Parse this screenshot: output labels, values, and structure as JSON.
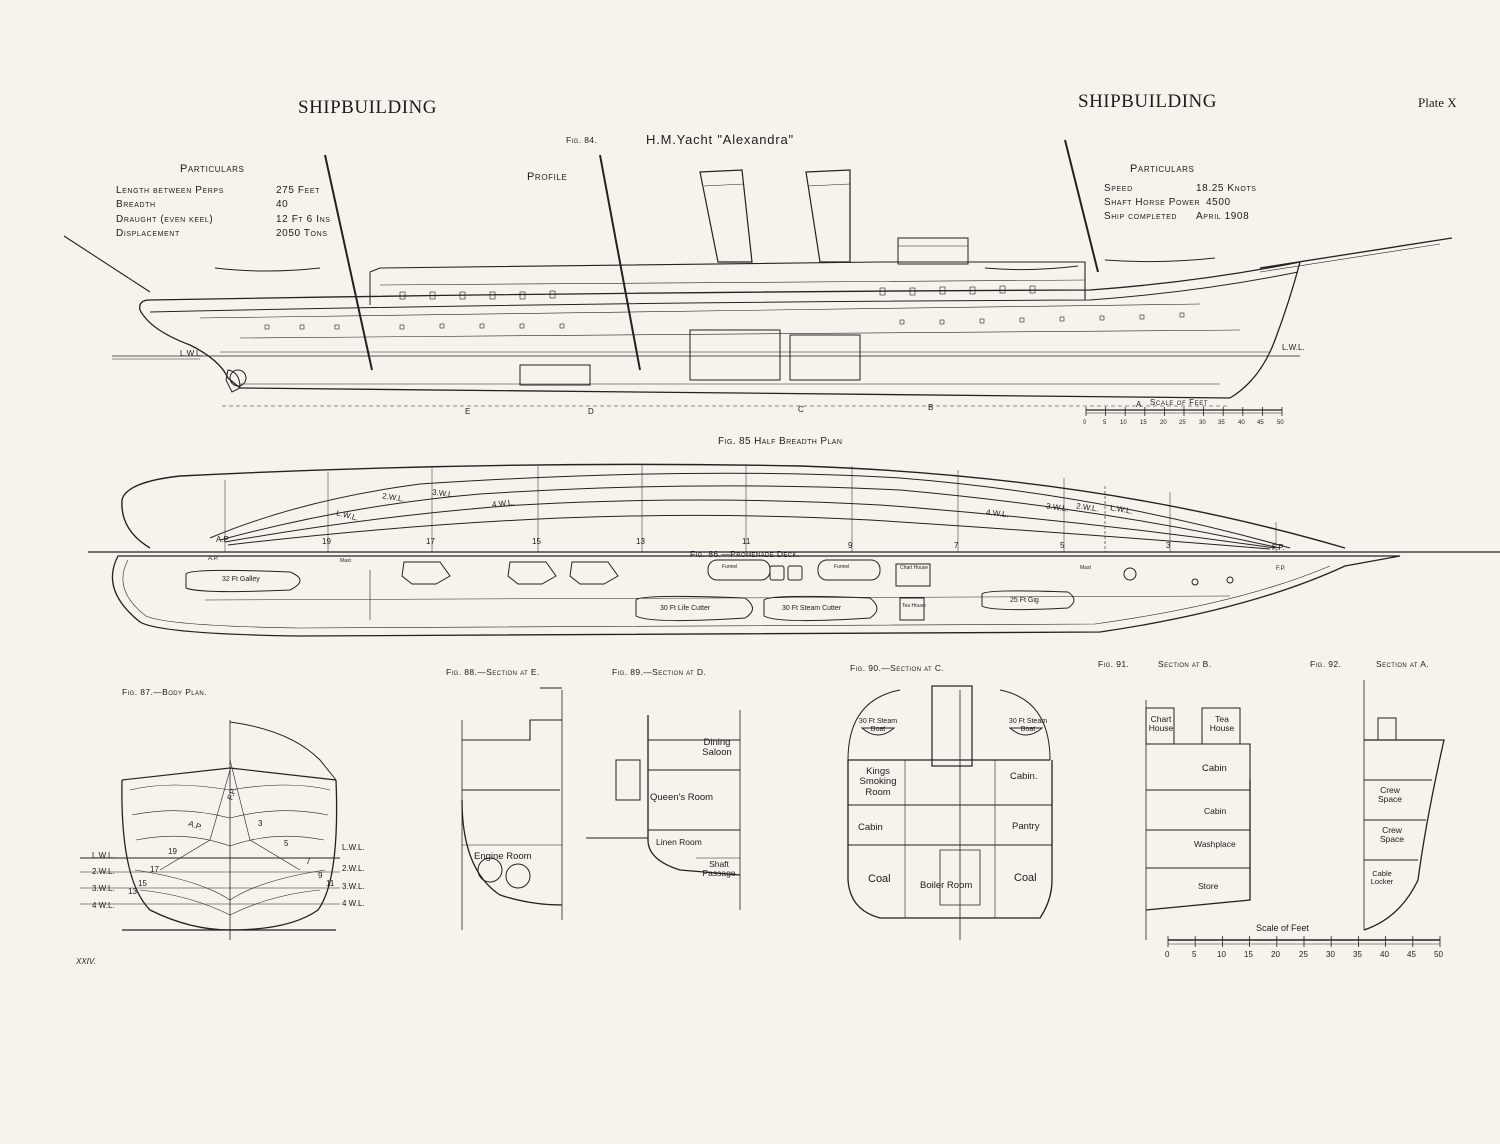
{
  "header": {
    "left": "SHIPBUILDING",
    "right": "SHIPBUILDING",
    "plate": "Plate X",
    "page_mark": "XXIV."
  },
  "fig84": {
    "fig": "Fig. 84.",
    "title": "H.M.Yacht \"Alexandra\"",
    "profile": "Profile",
    "lwl_aft": "L.W.L.",
    "lwl_fwd": "L.W.L.",
    "stations": [
      "E",
      "D",
      "C",
      "B",
      "A"
    ],
    "scale_title": "Scale of Feet",
    "scale_ticks": [
      "0",
      "5",
      "10",
      "15",
      "20",
      "25",
      "30",
      "35",
      "40",
      "45",
      "50"
    ]
  },
  "particulars_left": {
    "heading": "Particulars",
    "rows": [
      {
        "label": "Length between Perps",
        "value": "275 Feet"
      },
      {
        "label": "Breadth",
        "value": "40"
      },
      {
        "label": "Draught (even keel)",
        "value": "12 Ft 6 Ins"
      },
      {
        "label": "Displacement",
        "value": "2050 Tons"
      }
    ]
  },
  "particulars_right": {
    "heading": "Particulars",
    "rows": [
      {
        "label": "Speed",
        "value": "18.25 Knots"
      },
      {
        "label": "Shaft Horse Power",
        "value": "4500"
      },
      {
        "label": "Ship completed",
        "value": "April 1908"
      }
    ]
  },
  "fig85": {
    "title": "Fig. 85   Half Breadth Plan",
    "waterlines": [
      "L.W.L.",
      "2.W.L.",
      "3.W.L.",
      "4.W.L.",
      "4.W.L.",
      "3.W.L.",
      "2.W.L.",
      "L.W.L."
    ],
    "stations": [
      "A.P.",
      "19",
      "17",
      "15",
      "13",
      "11",
      "9",
      "7",
      "5",
      "3",
      "F.P."
    ]
  },
  "fig86": {
    "title": "Fig. 86.—Promenade Deck.",
    "ap": "A.P.",
    "fp": "F.P.",
    "labels": {
      "galley": "32 Ft Galley",
      "life_cutter": "30 Ft Life Cutter",
      "steam_cutter": "30 Ft Steam Cutter",
      "gig": "25 Ft Gig",
      "chart_house": "Chart House",
      "tea_house": "Tea House",
      "mast_aft": "Mast",
      "mast_fwd": "Mast",
      "funnel_aft": "Funnel",
      "funnel_fwd": "Funnel"
    }
  },
  "fig87": {
    "fig": "Fig. 87.—Body Plan.",
    "wl_left": [
      "L.W.L.",
      "2.W.L.",
      "3.W.L.",
      "4 W.L."
    ],
    "wl_right": [
      "L.W.L.",
      "2.W.L.",
      "3.W.L.",
      "4 W.L."
    ],
    "marks": [
      "A.P.",
      "F.P.",
      "19",
      "17",
      "15",
      "13",
      "3",
      "5",
      "7",
      "9",
      "11"
    ]
  },
  "fig88": {
    "fig": "Fig. 88.—Section at E.",
    "rooms": [
      "Engine Room"
    ]
  },
  "fig89": {
    "fig": "Fig. 89.—Section at D.",
    "rooms": [
      "Dining Saloon",
      "Queen's Room",
      "Linen Room",
      "Shaft Passage"
    ]
  },
  "fig90": {
    "fig": "Fig. 90.—Section   at C.",
    "rooms": [
      "30 Ft Steam Boat",
      "30 Ft Steam Boat",
      "Kings Smoking Room",
      "Cabin.",
      "Cabin",
      "Pantry",
      "Coal",
      "Boiler Room",
      "Coal"
    ]
  },
  "fig91": {
    "fig": "Fig. 91.",
    "section": "Section at B.",
    "rooms": [
      "Chart House",
      "Tea House",
      "Cabin",
      "Cabin",
      "Washplace",
      "Store"
    ]
  },
  "fig92": {
    "fig": "Fig. 92.",
    "section": "Section at A.",
    "rooms": [
      "Crew Space",
      "Crew Space",
      "Cable Locker"
    ]
  },
  "bottom_scale": {
    "title": "Scale of Feet",
    "ticks": [
      "0",
      "5",
      "10",
      "15",
      "20",
      "25",
      "30",
      "35",
      "40",
      "45",
      "50"
    ]
  }
}
